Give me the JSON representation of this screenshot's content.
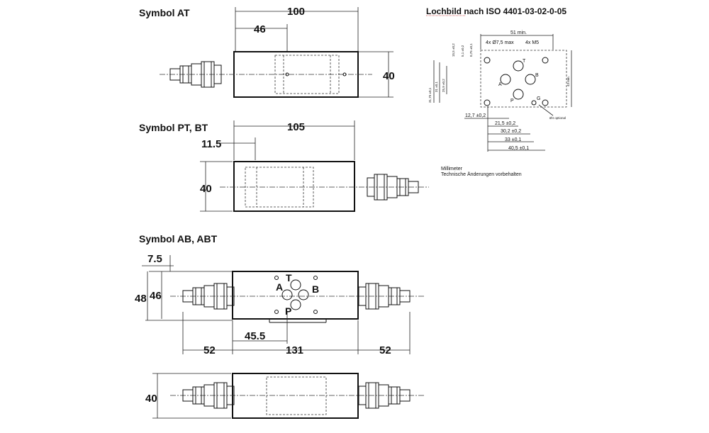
{
  "views": {
    "at": {
      "title": "Symbol  AT",
      "dim_length": "100",
      "dim_offset": "46",
      "dim_height": "40"
    },
    "pt_bt": {
      "title": "Symbol  PT, BT",
      "dim_length": "105",
      "dim_offset": "11.5",
      "dim_height": "40"
    },
    "ab_abt": {
      "title": "Symbol  AB, ABT",
      "dim_offset": "7.5",
      "dim_outer_height": "48",
      "dim_height": "46",
      "dim_port": "45.5",
      "dim_left": "52",
      "dim_length": "131",
      "dim_right": "52",
      "ports": {
        "t": "T",
        "a": "A",
        "b": "B",
        "p": "P"
      }
    },
    "bottom": {
      "dim_height": "40"
    }
  },
  "lochbild": {
    "title": "Lochbild nach ISO 4401-03-02-0-05",
    "dim_51": "51 min.",
    "holes_label": "4x  Ø7,5 max",
    "thread_label": "4x M5",
    "dim_15_5": "15,5 ±0,2",
    "dim_5_1": "5,1 ±0,2",
    "dim_0_75": "0,75 ±0,1",
    "dim_31_75": "31,75 ±0,1",
    "dim_31": "31 ±0,1",
    "dim_25_9": "25,9 ±0,2",
    "dim_43": "43 min.",
    "ports": {
      "t": "T",
      "a": "A",
      "b": "B",
      "p": "P",
      "g": "G"
    },
    "optional": "Ø4 optional",
    "dim_12_7": "12,7 ±0,2",
    "dim_21_5": "21,5 ±0,2",
    "dim_30_2": "30,2 ±0,2",
    "dim_33": "33 ±0,1",
    "dim_40_5": "40,5 ±0,1"
  },
  "notes": {
    "units": "Millimeter",
    "disclaimer": "Technische Änderungen vorbehalten"
  }
}
